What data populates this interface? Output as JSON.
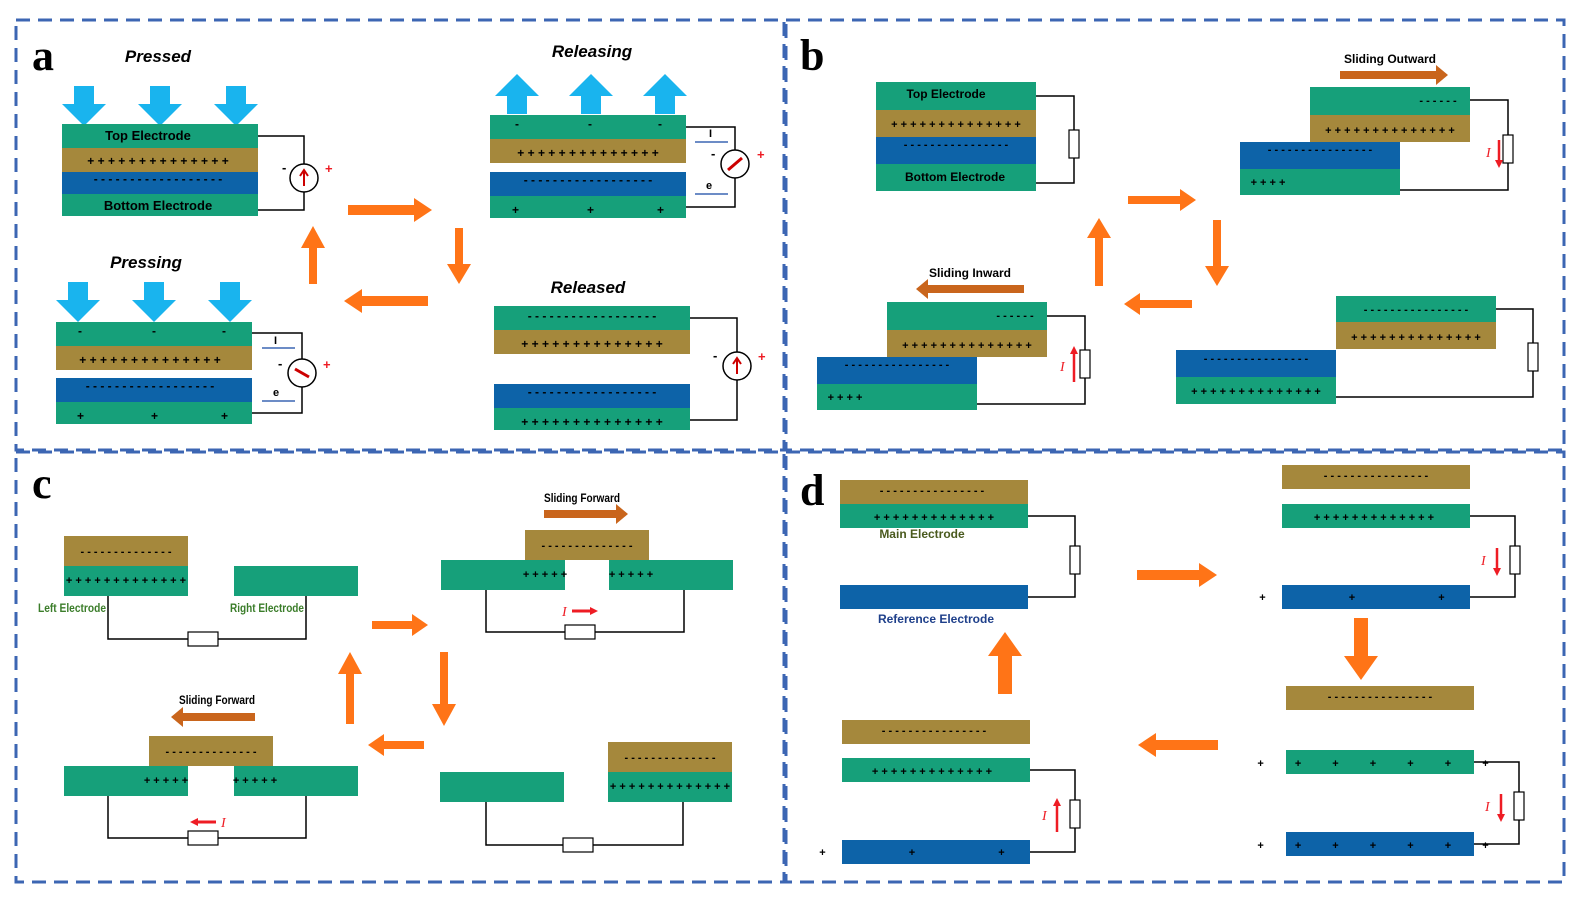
{
  "colors": {
    "green": "#16a07a",
    "gold": "#a5883c",
    "blue": "#0d63a8",
    "sky": "#19b4ee",
    "orange": "#ff7417",
    "brown": "#c9651c",
    "red": "#ee1c24",
    "dash": "#3c66b3",
    "navy": "#1e3f8a"
  },
  "a": {
    "letter": "a",
    "pressed": "Pressed",
    "releasing": "Releasing",
    "pressing": "Pressing",
    "released": "Released",
    "top_electrode": "Top Electrode",
    "bottom_electrode": "Bottom Electrode",
    "plus_row": "+ + + + + + + + + + + + + +",
    "minus_row": "- - - - - - - - - - - - - - - - - -",
    "plus_sparse": "+",
    "minus_sparse": "-",
    "current_symbol": "I",
    "electron_symbol": "e",
    "meter_minus": "-",
    "meter_plus": "+"
  },
  "b": {
    "letter": "b",
    "top_electrode": "Top Electrode",
    "bottom_electrode": "Bottom Electrode",
    "sliding_outward": "Sliding Outward",
    "sliding_inward": "Sliding Inward",
    "plus_full": "+ + + + + + + + + + + + + +",
    "minus_full": "- - - - - - - - - - - - - - - -",
    "minus_short": "- - - - - -",
    "plus_short": "+ + + +",
    "current_symbol": "I"
  },
  "c": {
    "letter": "c",
    "left_electrode": "Left Electrode",
    "right_electrode": "Right Electrode",
    "sliding_forward": "Sliding Forward",
    "minus_row": "- - - - - - - - - - - - - -",
    "plus_row": "+ + + + + + + + + + + + +",
    "plus_five": "+ + + + +",
    "current_symbol": "I"
  },
  "d": {
    "letter": "d",
    "main_electrode": "Main Electrode",
    "reference_electrode": "Reference Electrode",
    "minus_row": "- - - - - - - - - - - - - - - -",
    "plus_row": "+ + + + + + + + + + + + +",
    "plus_sparse": "+ + +",
    "plus_six": "+ + + + + + +",
    "current_symbol": "I"
  }
}
